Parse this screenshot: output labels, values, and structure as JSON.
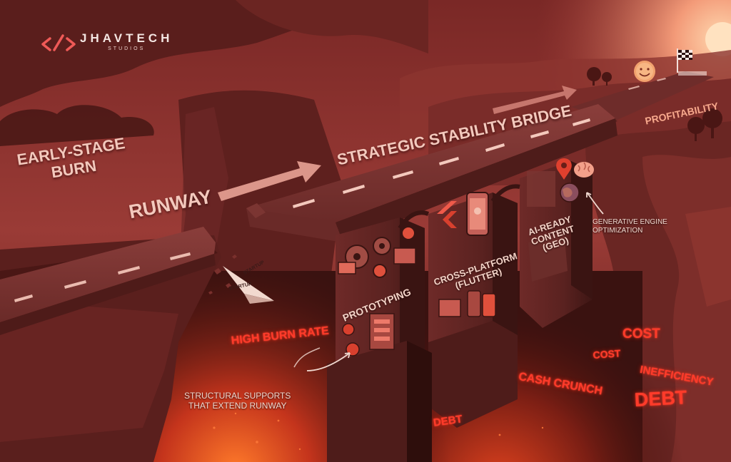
{
  "brand": {
    "name": "JHAVTECH",
    "subtitle": "STUDIOS",
    "accent": "#f05a57"
  },
  "labels": {
    "early_stage_burn": [
      "EARLY-STAGE",
      "BURN"
    ],
    "runway": "RUNWAY",
    "bridge": "STRATEGIC STABILITY BRIDGE",
    "profitability": "PROFITABILITY",
    "startup_top": "STARTUP",
    "startup_bottom": "STARTUP"
  },
  "pillars": {
    "prototyping": "PROTOTYPING",
    "cross_platform": [
      "CROSS-PLATFORM",
      "(FLUTTER)"
    ],
    "ai_ready": [
      "AI-READY",
      "CONTENT",
      "(GEO)"
    ]
  },
  "annotations": {
    "geo": [
      "GENERATIVE ENGINE",
      "OPTIMIZATION"
    ],
    "supports": [
      "STRUCTURAL SUPPORTS",
      "THAT EXTEND RUNWAY"
    ]
  },
  "hazards": {
    "high_burn_rate": "HIGH BURN RATE",
    "cash_crunch": "CASH CRUNCH",
    "debt_small": "DEBT",
    "cost_top": "COST",
    "cost_mid": "COST",
    "inefficiency": "INEFFICIENCY",
    "debt_large": "DEBT"
  },
  "icons": [
    "logo-mark-icon",
    "arrow-right-icon",
    "checkered-flag-icon",
    "smiley-coin-icon",
    "gear-icon",
    "flutter-logo-icon",
    "smartphone-icon",
    "map-pin-icon",
    "brain-icon",
    "globe-icon",
    "paper-plane-icon",
    "tree-icon",
    "sun-icon"
  ],
  "colors": {
    "hazard_red": "#ff3b2a",
    "label_cream": "#f3c9bd",
    "sky": "#a3403a",
    "road": "#7a3634"
  }
}
